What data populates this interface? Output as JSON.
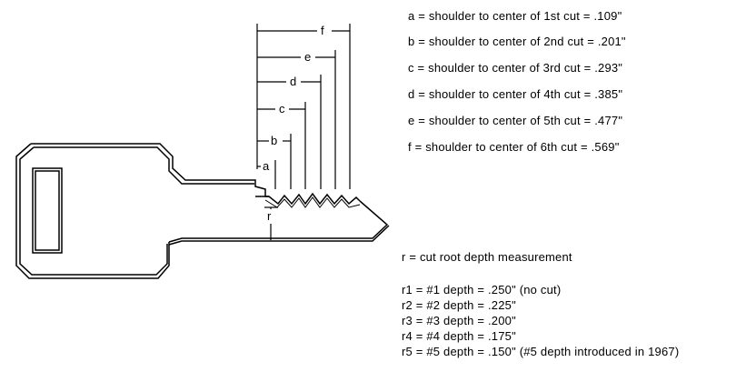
{
  "diagram": {
    "dimension_labels": {
      "a": "a",
      "b": "b",
      "c": "c",
      "d": "d",
      "e": "e",
      "f": "f",
      "r": "r"
    },
    "cut_legend": [
      "a = shoulder to center of 1st cut = .109\"",
      "b = shoulder to center of 2nd cut = .201\"",
      "c = shoulder to center of 3rd cut = .293\"",
      "d = shoulder to center of 4th cut = .385\"",
      "e = shoulder to center of 5th cut = .477\"",
      "f = shoulder to center of 6th cut = .569\""
    ],
    "depth_title": "r = cut root depth measurement",
    "depth_legend": [
      "r1 = #1 depth = .250\"  (no cut)",
      "r2 = #2 depth = .225\"",
      "r3 = #3 depth = .200\"",
      "r4 = #4 depth = .175\"",
      "r5 = #5 depth = .150\"  (#5 depth introduced in 1967)"
    ],
    "colors": {
      "ink": "#000000",
      "background": "#ffffff"
    }
  }
}
